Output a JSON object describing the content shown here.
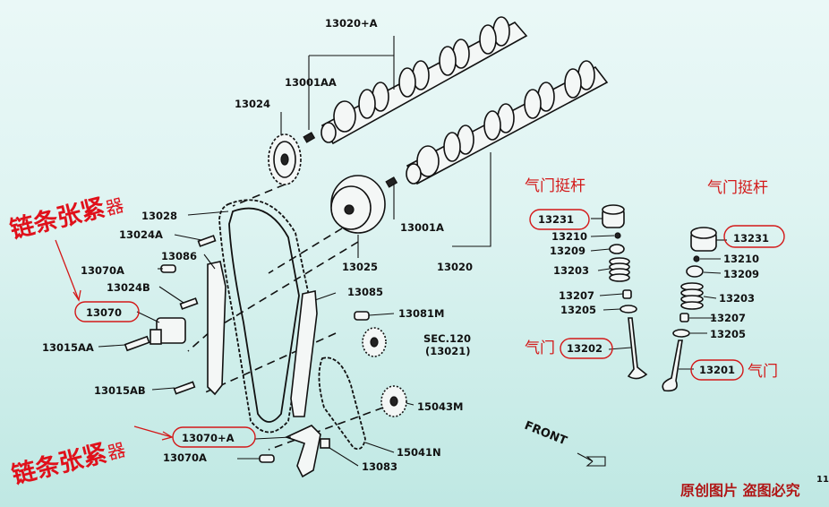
{
  "labels": {
    "top_group": "13020+A",
    "c13001AA": "13001AA",
    "c13024": "13024",
    "c13028": "13028",
    "c13024A": "13024A",
    "c13086": "13086",
    "c13070A_up": "13070A",
    "c13024B": "13024B",
    "c13070": "13070",
    "c13015AA": "13015AA",
    "c13015AB": "13015AB",
    "c13070pA": "13070+A",
    "c13070A_low": "13070A",
    "c13025": "13025",
    "c13001A": "13001A",
    "c13020": "13020",
    "c13085": "13085",
    "c13081M": "13081M",
    "sec120": "SEC.120",
    "sec_sub": "(13021)",
    "c15043M": "15043M",
    "c15041N": "15041N",
    "c13083": "13083",
    "front": "FRONT",
    "mid_13231": "13231",
    "mid_13210": "13210",
    "mid_13209": "13209",
    "mid_13203": "13203",
    "mid_13207": "13207",
    "mid_13205": "13205",
    "mid_13202": "13202",
    "right_13231": "13231",
    "right_13210": "13210",
    "right_13209": "13209",
    "right_13203": "13203",
    "right_13207": "13207",
    "right_13205": "13205",
    "right_13201": "13201",
    "page_num": "11"
  },
  "annotations": {
    "tappet_mid": "气门挺杆",
    "tappet_right": "气门挺杆",
    "valve_mid": "气门",
    "valve_right": "气门",
    "tensioner_top_big": "链条张紧",
    "tensioner_top_small": "器",
    "tensioner_bot_big": "链条张紧",
    "tensioner_bot_small": "器",
    "watermark": "原创图片  盗图必究"
  },
  "colors": {
    "annotation_red": "#d31818",
    "background_top": "#eaf8f7",
    "background_bottom": "#bfe8e3"
  }
}
